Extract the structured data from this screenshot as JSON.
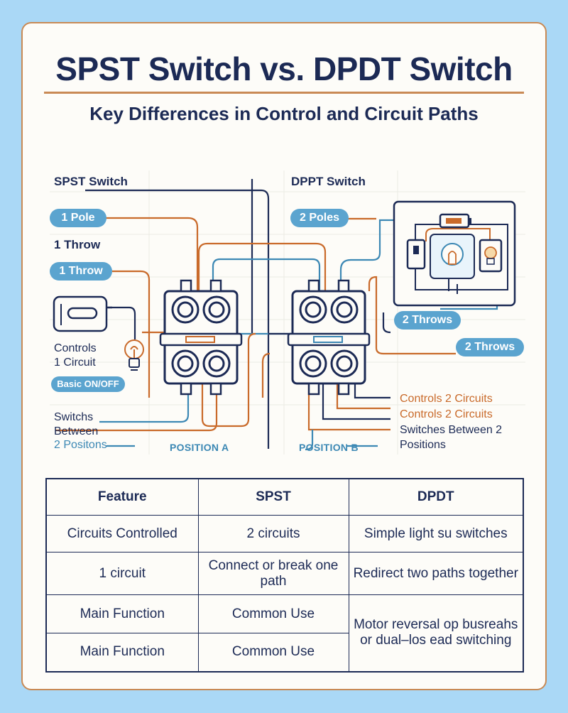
{
  "title": "SPST Switch vs. DPDT Switch",
  "subtitle": "Key Differences in Control and Circuit Paths",
  "spst": {
    "heading": "SPST Switch",
    "pill_pole": "1 Pole",
    "throw_text": "1 Throw",
    "pill_throw": "1 Throw",
    "controls": [
      "Controls",
      "1 Circuit"
    ],
    "pill_basic": "Basic ON/OFF",
    "switches": [
      "Switchs",
      "Between",
      "2 Positons"
    ],
    "position_label": "POSITION A"
  },
  "dpdt": {
    "heading": "DPPT Switch",
    "pill_poles": "2 Poles",
    "pill_throws_1": "2 Throws",
    "pill_throws_2": "2 Throws",
    "controls_1": "Controls 2 Circuits",
    "controls_2": "Controls 2 Circuits",
    "switches": [
      "Switches Between 2",
      "Positions"
    ],
    "position_label": "POSITION B"
  },
  "table": {
    "headers": [
      "Feature",
      "SPST",
      "DPDT"
    ],
    "rows": [
      [
        "Circuits Controlled",
        "2 circuits",
        "Simple light su switches"
      ],
      [
        "1 circuit",
        "Connect or break one path",
        "Redirect two paths together"
      ],
      [
        "Main Function",
        "Common Use",
        "Motor reversal op busreahs or dual–los ead switching"
      ],
      [
        "Main Function",
        "Common Use",
        ""
      ]
    ]
  },
  "colors": {
    "navy": "#1c2a55",
    "orange": "#c96a2a",
    "blue": "#5ba4cf",
    "border": "#c98a55",
    "background": "#aad8f6"
  },
  "icons": [
    "battery-icon",
    "light-bulb-icon",
    "power-bank-icon",
    "switch-icon"
  ]
}
